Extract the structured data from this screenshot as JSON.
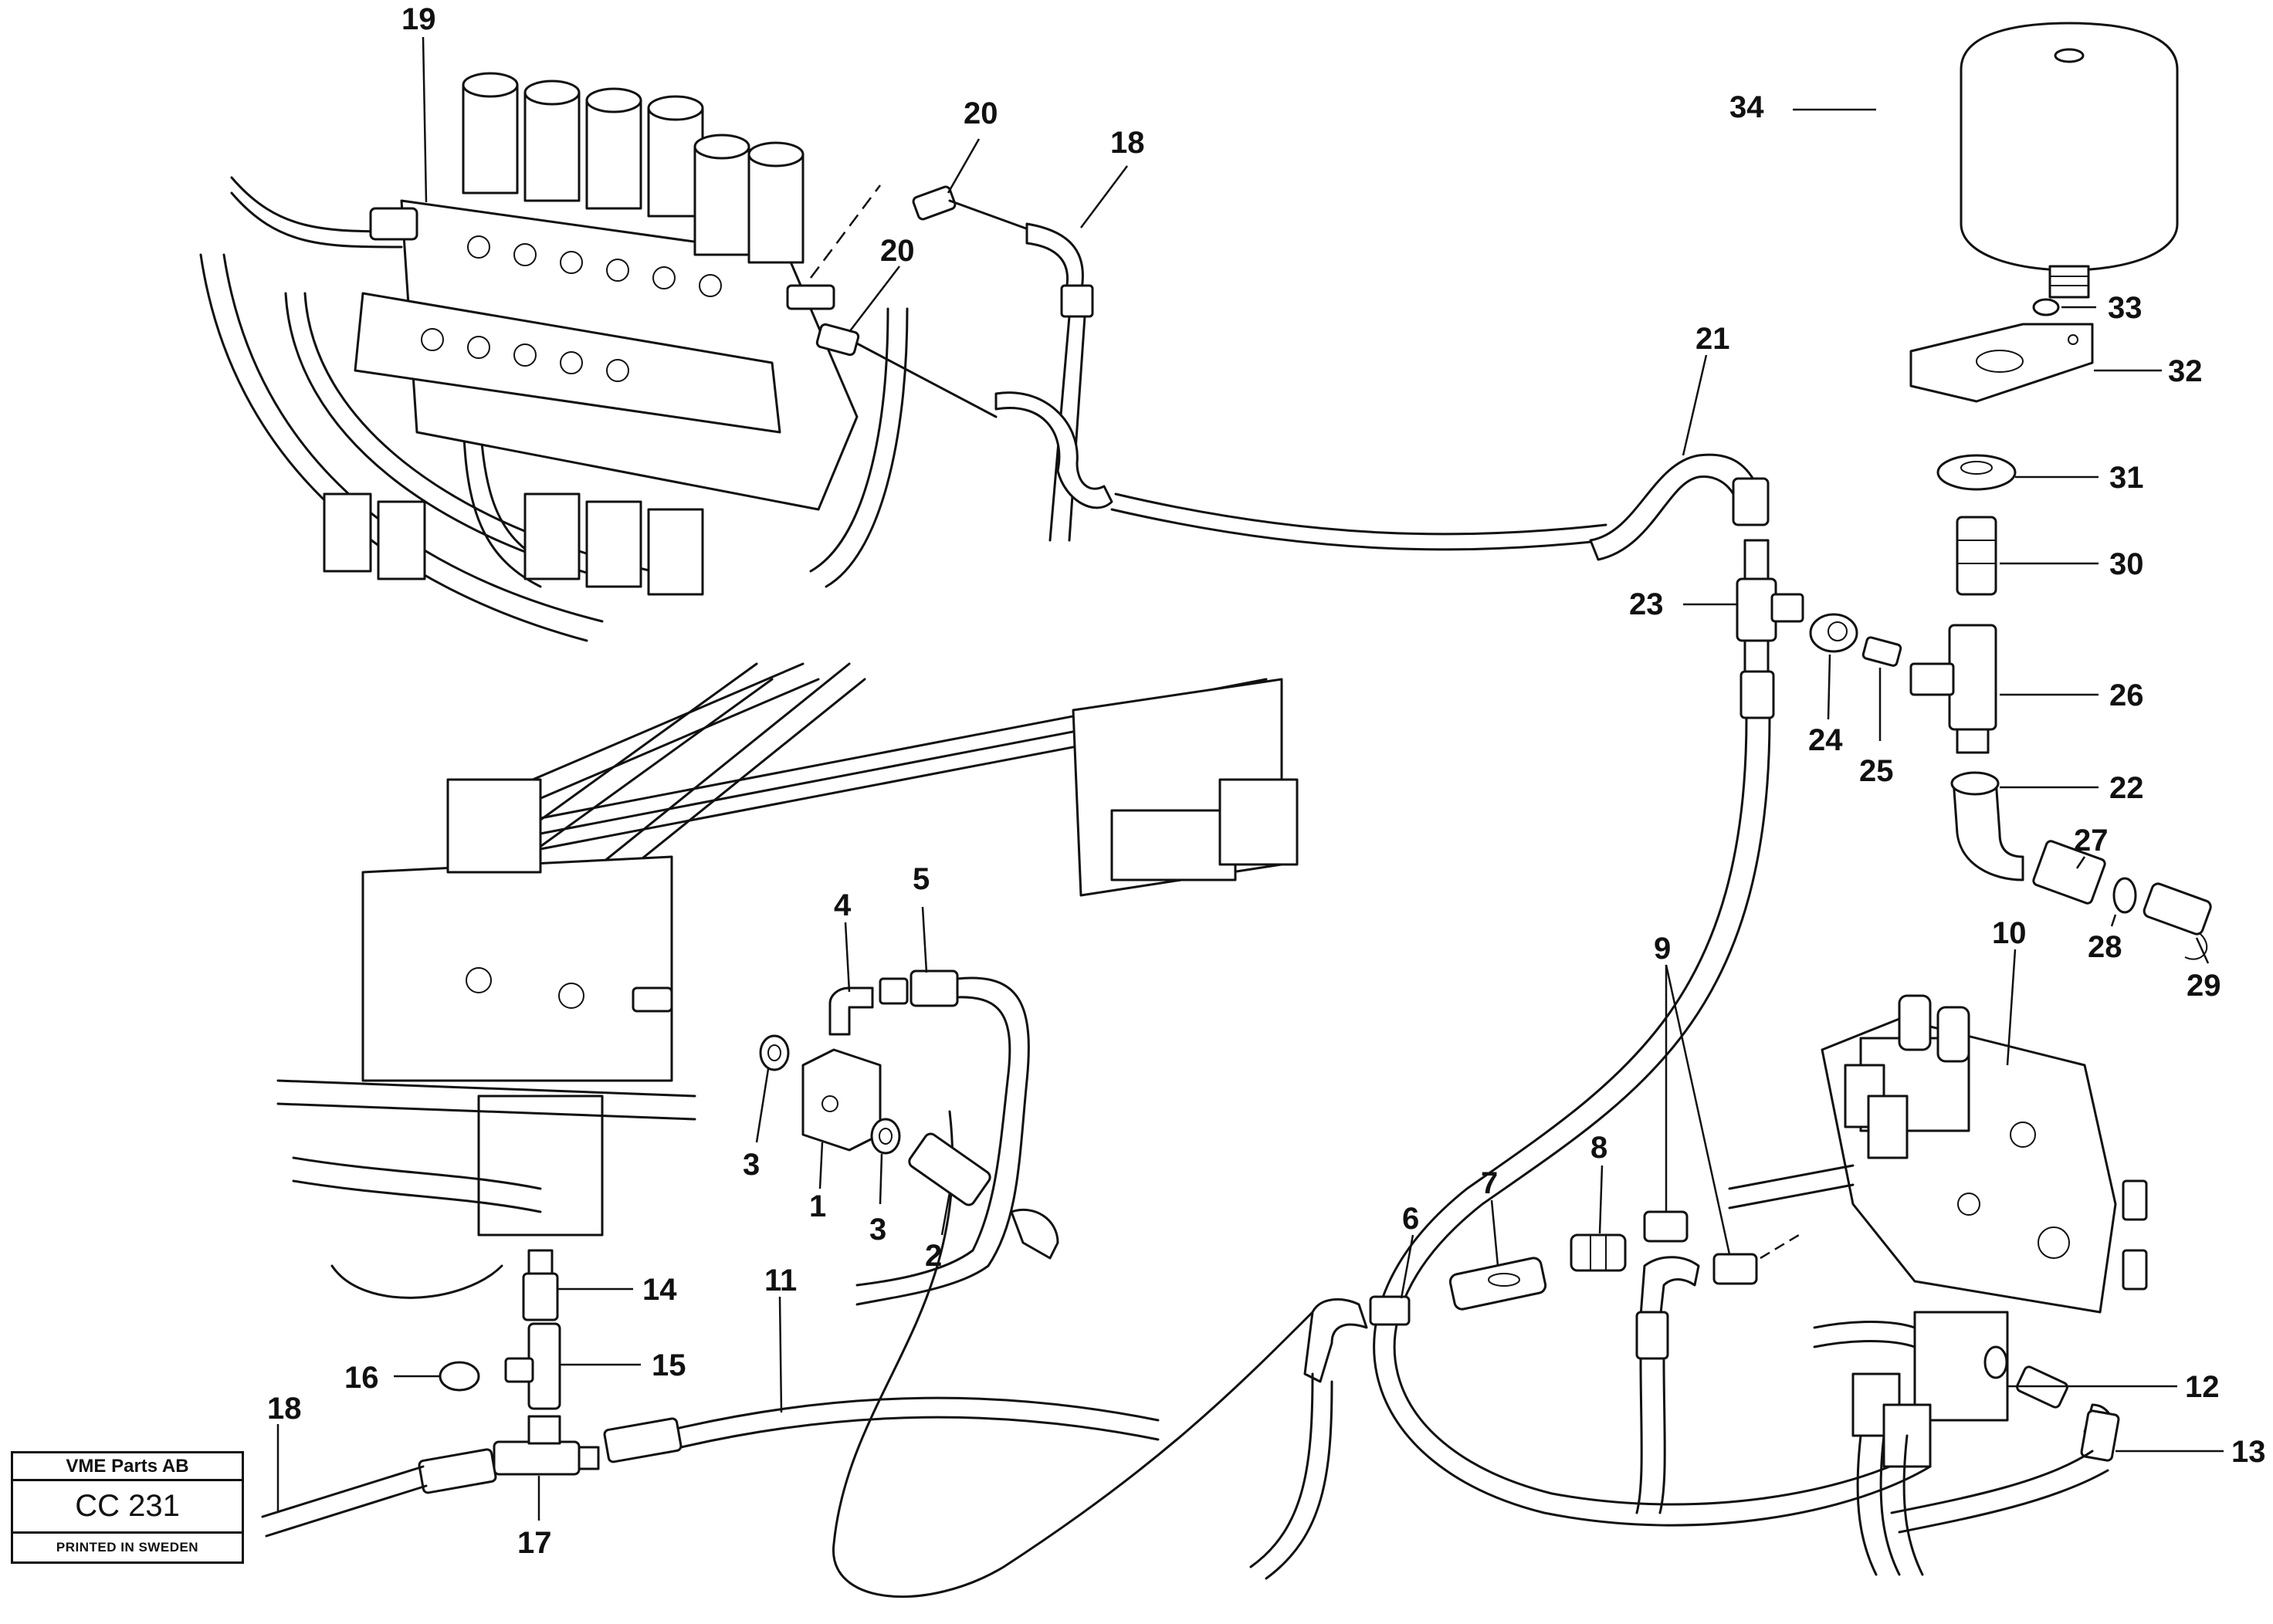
{
  "stamp": {
    "company": "VME Parts AB",
    "code": "CC 231",
    "printed": "PRINTED IN SWEDEN"
  },
  "callouts": [
    {
      "id": "p19",
      "text": "19"
    },
    {
      "id": "p20a",
      "text": "20"
    },
    {
      "id": "p20b",
      "text": "20"
    },
    {
      "id": "p18a",
      "text": "18"
    },
    {
      "id": "p34",
      "text": "34"
    },
    {
      "id": "p33",
      "text": "33"
    },
    {
      "id": "p32",
      "text": "32"
    },
    {
      "id": "p31",
      "text": "31"
    },
    {
      "id": "p30",
      "text": "30"
    },
    {
      "id": "p21",
      "text": "21"
    },
    {
      "id": "p23",
      "text": "23"
    },
    {
      "id": "p24",
      "text": "24"
    },
    {
      "id": "p25",
      "text": "25"
    },
    {
      "id": "p26",
      "text": "26"
    },
    {
      "id": "p22",
      "text": "22"
    },
    {
      "id": "p27",
      "text": "27"
    },
    {
      "id": "p28",
      "text": "28"
    },
    {
      "id": "p29",
      "text": "29"
    },
    {
      "id": "p10",
      "text": "10"
    },
    {
      "id": "p4",
      "text": "4"
    },
    {
      "id": "p5",
      "text": "5"
    },
    {
      "id": "p3a",
      "text": "3"
    },
    {
      "id": "p1",
      "text": "1"
    },
    {
      "id": "p3b",
      "text": "3"
    },
    {
      "id": "p2",
      "text": "2"
    },
    {
      "id": "p9",
      "text": "9"
    },
    {
      "id": "p8",
      "text": "8"
    },
    {
      "id": "p7",
      "text": "7"
    },
    {
      "id": "p6",
      "text": "6"
    },
    {
      "id": "p14",
      "text": "14"
    },
    {
      "id": "p11",
      "text": "11"
    },
    {
      "id": "p15",
      "text": "15"
    },
    {
      "id": "p16",
      "text": "16"
    },
    {
      "id": "p18b",
      "text": "18"
    },
    {
      "id": "p17",
      "text": "17"
    },
    {
      "id": "p12",
      "text": "12"
    },
    {
      "id": "p13",
      "text": "13"
    }
  ]
}
